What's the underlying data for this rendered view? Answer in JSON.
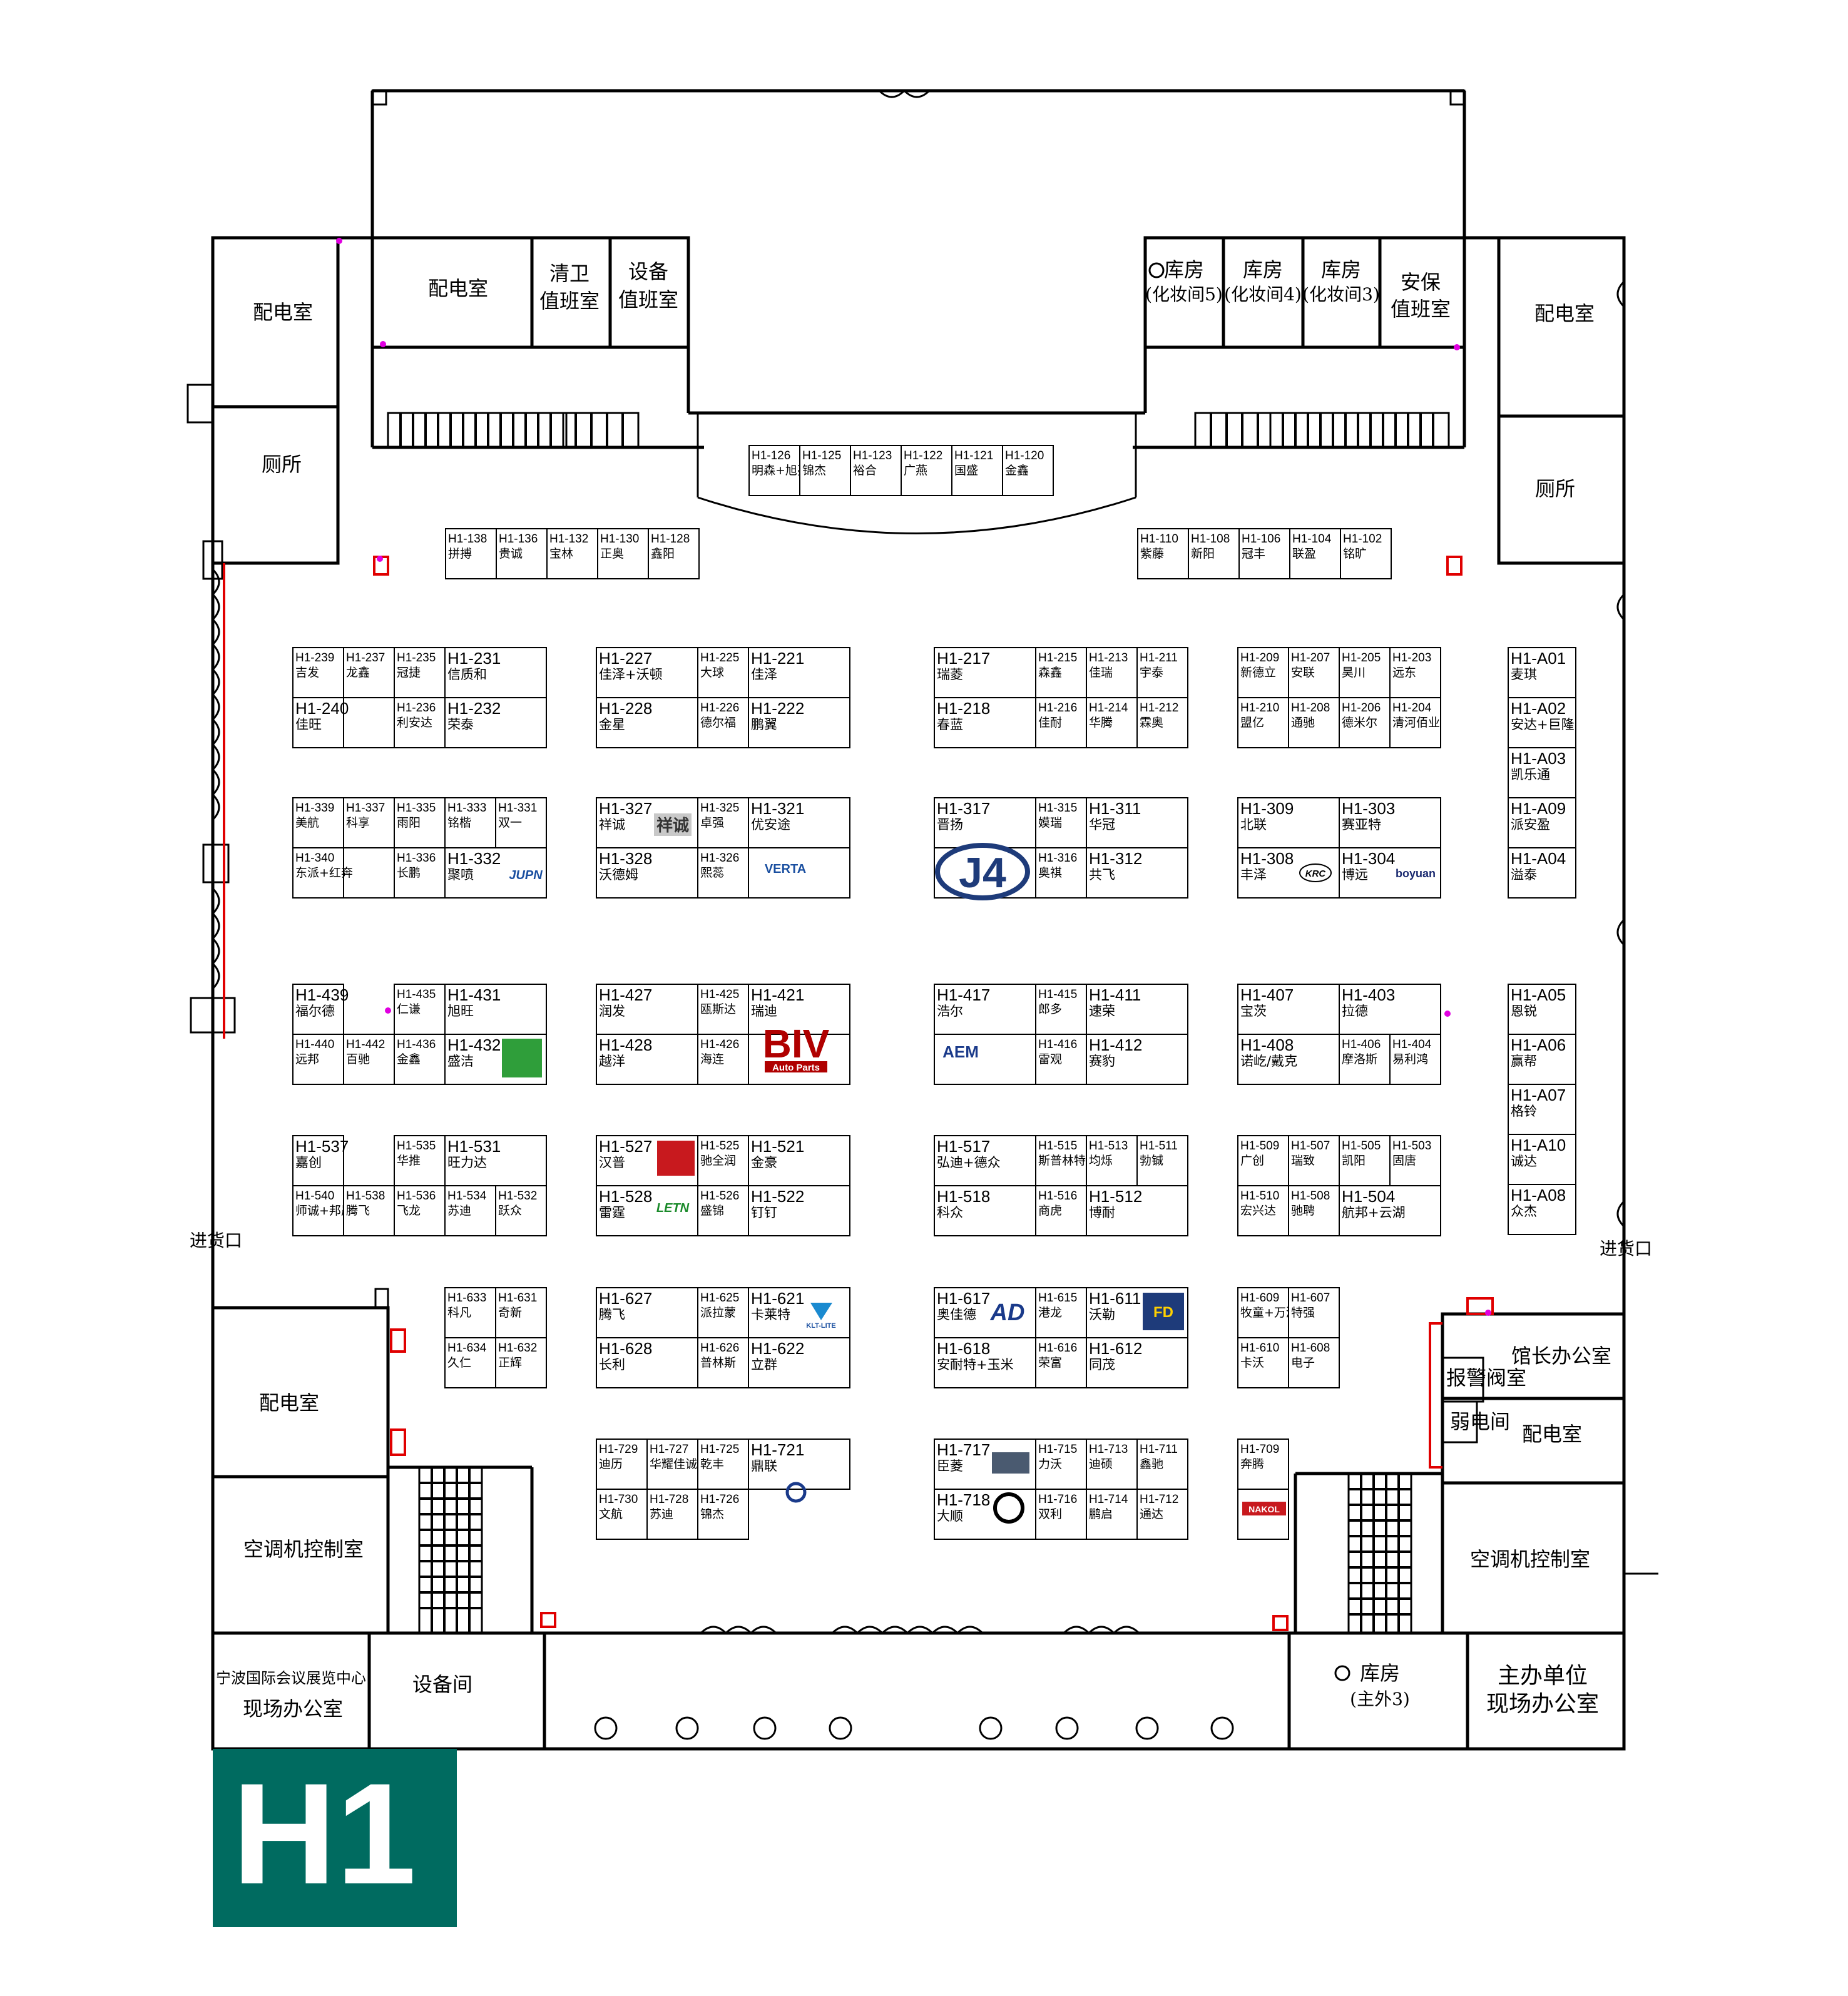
{
  "hall": {
    "badge": "H1"
  },
  "rooms": {
    "power_nw": "配电室",
    "power_top": "配电室",
    "cleaning_1": "清卫",
    "cleaning_2": "值班室",
    "equip_duty_1": "设备",
    "equip_duty_2": "值班室",
    "store5_1": "库房",
    "store5_2": "(化妆间5)",
    "store4_1": "库房",
    "store4_2": "(化妆间4)",
    "store3_1": "库房",
    "store3_2": "(化妆间3)",
    "security_1": "安保",
    "security_2": "值班室",
    "power_ne": "配电室",
    "toilet_w": "厕所",
    "toilet_e": "厕所",
    "loading_w": "进货口",
    "loading_e": "进货口",
    "power_sw": "配电室",
    "ac_w": "空调机控制室",
    "ac_e": "空调机控制室",
    "director": "馆长办公室",
    "alarm": "报警阀室",
    "weak": "弱电间",
    "power_se": "配电室",
    "ningbo_1": "宁波国际会议展览中心",
    "ningbo_2": "现场办公室",
    "equip_room": "设备间",
    "store_main_1": "库房",
    "store_main_2": "(主外3)",
    "organizer_1": "主办单位",
    "organizer_2": "现场办公室"
  },
  "logos": {
    "xiangcheng": "祥诚",
    "biv_1": "BIV",
    "biv_2": "Auto Parts",
    "j4": "J4",
    "jupn": "JUPN",
    "verta": "VERTA",
    "krc": "KRC",
    "boyuan": "boyuan",
    "aem": "AEM",
    "letn": "LETN",
    "klt": "KLT-LITE",
    "nakol": "NAKOL",
    "ad": "AD",
    "fd": "FD"
  },
  "booths": [
    {
      "id": "H1-126",
      "name": "明森+旭亮"
    },
    {
      "id": "H1-125",
      "name": "锦杰"
    },
    {
      "id": "H1-123",
      "name": "裕合"
    },
    {
      "id": "H1-122",
      "name": "广燕"
    },
    {
      "id": "H1-121",
      "name": "国盛"
    },
    {
      "id": "H1-120",
      "name": "金鑫"
    },
    {
      "id": "H1-138",
      "name": "拼搏"
    },
    {
      "id": "H1-136",
      "name": "贵诚"
    },
    {
      "id": "H1-132",
      "name": "宝林"
    },
    {
      "id": "H1-130",
      "name": "正奥"
    },
    {
      "id": "H1-128",
      "name": "鑫阳"
    },
    {
      "id": "H1-110",
      "name": "紫藤"
    },
    {
      "id": "H1-108",
      "name": "新阳"
    },
    {
      "id": "H1-106",
      "name": "冠丰"
    },
    {
      "id": "H1-104",
      "name": "联盈"
    },
    {
      "id": "H1-102",
      "name": "铭旷"
    },
    {
      "id": "H1-239",
      "name": "吉发"
    },
    {
      "id": "H1-237",
      "name": "龙鑫"
    },
    {
      "id": "H1-235",
      "name": "冠捷"
    },
    {
      "id": "H1-231",
      "name": "信质和"
    },
    {
      "id": "H1-240",
      "name": "佳旺"
    },
    {
      "id": "H1-236",
      "name": "利安达"
    },
    {
      "id": "H1-232",
      "name": "荣泰"
    },
    {
      "id": "H1-227",
      "name": "佳泽+沃顿"
    },
    {
      "id": "H1-225",
      "name": "大球"
    },
    {
      "id": "H1-221",
      "name": "佳泽"
    },
    {
      "id": "H1-228",
      "name": "金星"
    },
    {
      "id": "H1-226",
      "name": "德尔福"
    },
    {
      "id": "H1-222",
      "name": "鹏翼"
    },
    {
      "id": "H1-217",
      "name": "瑞菱"
    },
    {
      "id": "H1-215",
      "name": "森鑫"
    },
    {
      "id": "H1-213",
      "name": "佳瑞"
    },
    {
      "id": "H1-211",
      "name": "宇泰"
    },
    {
      "id": "H1-218",
      "name": "春蓝"
    },
    {
      "id": "H1-216",
      "name": "佳耐"
    },
    {
      "id": "H1-214",
      "name": "华腾"
    },
    {
      "id": "H1-212",
      "name": "霖奥"
    },
    {
      "id": "H1-209",
      "name": "新德立"
    },
    {
      "id": "H1-207",
      "name": "安联"
    },
    {
      "id": "H1-205",
      "name": "昊川"
    },
    {
      "id": "H1-203",
      "name": "远东"
    },
    {
      "id": "H1-210",
      "name": "盟亿"
    },
    {
      "id": "H1-208",
      "name": "通驰"
    },
    {
      "id": "H1-206",
      "name": "德米尔"
    },
    {
      "id": "H1-204",
      "name": "清河佰业"
    },
    {
      "id": "H1-A01",
      "name": "麦琪"
    },
    {
      "id": "H1-A02",
      "name": "安达+巨隆"
    },
    {
      "id": "H1-A03",
      "name": "凯乐通"
    },
    {
      "id": "H1-A09",
      "name": "派安盈"
    },
    {
      "id": "H1-A04",
      "name": "溢泰"
    },
    {
      "id": "H1-339",
      "name": "美航"
    },
    {
      "id": "H1-337",
      "name": "科享"
    },
    {
      "id": "H1-335",
      "name": "雨阳"
    },
    {
      "id": "H1-333",
      "name": "铭楷"
    },
    {
      "id": "H1-331",
      "name": "双一"
    },
    {
      "id": "H1-340",
      "name": "东派+红奔"
    },
    {
      "id": "H1-336",
      "name": "长鹏"
    },
    {
      "id": "H1-332",
      "name": "聚喷"
    },
    {
      "id": "H1-327",
      "name": "祥诚"
    },
    {
      "id": "H1-325",
      "name": "卓强"
    },
    {
      "id": "H1-321",
      "name": "优安途"
    },
    {
      "id": "H1-328",
      "name": "沃德姆"
    },
    {
      "id": "H1-326",
      "name": "熙蕊"
    },
    {
      "id": "H1-317",
      "name": "晋扬"
    },
    {
      "id": "H1-315",
      "name": "嫫瑞"
    },
    {
      "id": "H1-311",
      "name": "华冠"
    },
    {
      "id": "H1-316",
      "name": "奥祺"
    },
    {
      "id": "H1-312",
      "name": "共飞"
    },
    {
      "id": "H1-309",
      "name": "北联"
    },
    {
      "id": "H1-303",
      "name": "赛亚特"
    },
    {
      "id": "H1-308",
      "name": "丰泽"
    },
    {
      "id": "H1-304",
      "name": "博远"
    },
    {
      "id": "H1-439",
      "name": "福尔德"
    },
    {
      "id": "H1-435",
      "name": "仁谦"
    },
    {
      "id": "H1-431",
      "name": "旭旺"
    },
    {
      "id": "H1-440",
      "name": "远邦"
    },
    {
      "id": "H1-442",
      "name": "百驰"
    },
    {
      "id": "H1-436",
      "name": "金鑫"
    },
    {
      "id": "H1-432",
      "name": "盛洁"
    },
    {
      "id": "H1-427",
      "name": "润发"
    },
    {
      "id": "H1-425",
      "name": "瓯斯达"
    },
    {
      "id": "H1-421",
      "name": "瑞迪"
    },
    {
      "id": "H1-428",
      "name": "越洋"
    },
    {
      "id": "H1-426",
      "name": "海连"
    },
    {
      "id": "H1-417",
      "name": "浩尔"
    },
    {
      "id": "H1-415",
      "name": "郎多"
    },
    {
      "id": "H1-411",
      "name": "速荣"
    },
    {
      "id": "H1-416",
      "name": "雷观"
    },
    {
      "id": "H1-412",
      "name": "赛豹"
    },
    {
      "id": "H1-407",
      "name": "宝茨"
    },
    {
      "id": "H1-403",
      "name": "拉德"
    },
    {
      "id": "H1-408",
      "name": "诺屹/戴克"
    },
    {
      "id": "H1-406",
      "name": "摩洛斯"
    },
    {
      "id": "H1-404",
      "name": "易利鸿"
    },
    {
      "id": "H1-A05",
      "name": "恩锐"
    },
    {
      "id": "H1-A06",
      "name": "赢帮"
    },
    {
      "id": "H1-A07",
      "name": "格铃"
    },
    {
      "id": "H1-A10",
      "name": "诚达"
    },
    {
      "id": "H1-A08",
      "name": "众杰"
    },
    {
      "id": "H1-537",
      "name": "嘉创"
    },
    {
      "id": "H1-535",
      "name": "华推"
    },
    {
      "id": "H1-531",
      "name": "旺力达"
    },
    {
      "id": "H1-540",
      "name": "师诚+邦晟"
    },
    {
      "id": "H1-538",
      "name": "腾飞"
    },
    {
      "id": "H1-536",
      "name": "飞龙"
    },
    {
      "id": "H1-534",
      "name": "苏迪"
    },
    {
      "id": "H1-532",
      "name": "跃众"
    },
    {
      "id": "H1-527",
      "name": "汉普"
    },
    {
      "id": "H1-525",
      "name": "驰全润"
    },
    {
      "id": "H1-521",
      "name": "金豪"
    },
    {
      "id": "H1-528",
      "name": "雷霆"
    },
    {
      "id": "H1-526",
      "name": "盛锦"
    },
    {
      "id": "H1-522",
      "name": "钉钉"
    },
    {
      "id": "H1-517",
      "name": "弘迪+德众"
    },
    {
      "id": "H1-515",
      "name": "斯普林特"
    },
    {
      "id": "H1-513",
      "name": "均烁"
    },
    {
      "id": "H1-511",
      "name": "勃铖"
    },
    {
      "id": "H1-518",
      "name": "科众"
    },
    {
      "id": "H1-516",
      "name": "商虎"
    },
    {
      "id": "H1-512",
      "name": "博耐"
    },
    {
      "id": "H1-509",
      "name": "广创"
    },
    {
      "id": "H1-507",
      "name": "瑞致"
    },
    {
      "id": "H1-505",
      "name": "凯阳"
    },
    {
      "id": "H1-503",
      "name": "固唐"
    },
    {
      "id": "H1-510",
      "name": "宏兴达"
    },
    {
      "id": "H1-508",
      "name": "驰聘"
    },
    {
      "id": "H1-504",
      "name": "航邦+云湖"
    },
    {
      "id": "H1-633",
      "name": "科凡"
    },
    {
      "id": "H1-631",
      "name": "奇新"
    },
    {
      "id": "H1-634",
      "name": "久仁"
    },
    {
      "id": "H1-632",
      "name": "正辉"
    },
    {
      "id": "H1-627",
      "name": "腾飞"
    },
    {
      "id": "H1-625",
      "name": "派拉蒙"
    },
    {
      "id": "H1-621",
      "name": "卡莱特"
    },
    {
      "id": "H1-628",
      "name": "长利"
    },
    {
      "id": "H1-626",
      "name": "普林斯"
    },
    {
      "id": "H1-622",
      "name": "立群"
    },
    {
      "id": "H1-617",
      "name": "奥佳德"
    },
    {
      "id": "H1-615",
      "name": "港龙"
    },
    {
      "id": "H1-611",
      "name": "沃勒"
    },
    {
      "id": "H1-618",
      "name": "安耐特+玉米"
    },
    {
      "id": "H1-616",
      "name": "荣富"
    },
    {
      "id": "H1-612",
      "name": "同茂"
    },
    {
      "id": "H1-609",
      "name": "牧童+万润"
    },
    {
      "id": "H1-607",
      "name": "特强"
    },
    {
      "id": "H1-610",
      "name": "卡沃"
    },
    {
      "id": "H1-608",
      "name": "电子"
    },
    {
      "id": "H1-729",
      "name": "迪历"
    },
    {
      "id": "H1-727",
      "name": "华耀佳诚"
    },
    {
      "id": "H1-725",
      "name": "乾丰"
    },
    {
      "id": "H1-721",
      "name": "鼎联"
    },
    {
      "id": "H1-730",
      "name": "文航"
    },
    {
      "id": "H1-728",
      "name": "苏迪"
    },
    {
      "id": "H1-726",
      "name": "锦杰"
    },
    {
      "id": "H1-717",
      "name": "臣菱"
    },
    {
      "id": "H1-715",
      "name": "力沃"
    },
    {
      "id": "H1-713",
      "name": "迪硕"
    },
    {
      "id": "H1-711",
      "name": "鑫驰"
    },
    {
      "id": "H1-718",
      "name": "大顺"
    },
    {
      "id": "H1-716",
      "name": "双利"
    },
    {
      "id": "H1-714",
      "name": "鹏启"
    },
    {
      "id": "H1-712",
      "name": "通达"
    },
    {
      "id": "H1-709",
      "name": "奔腾"
    }
  ]
}
